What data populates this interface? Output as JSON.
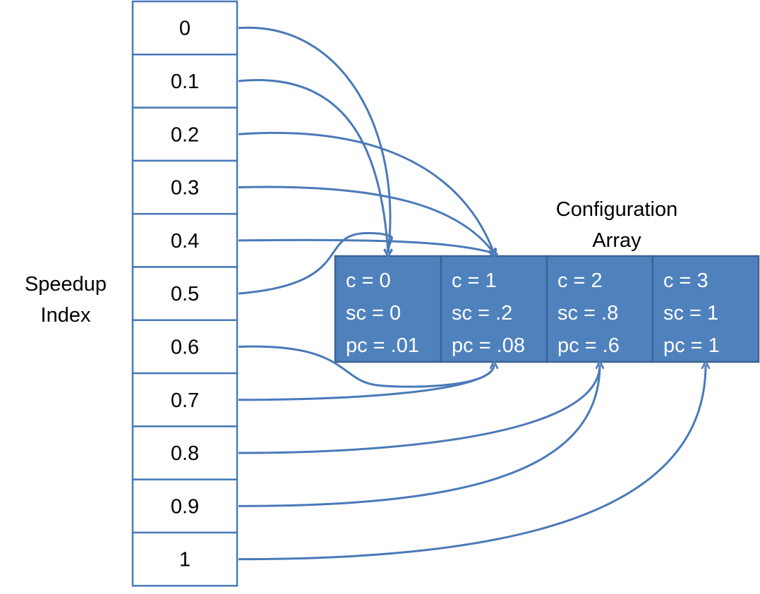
{
  "speedup_index": {
    "label_line1": "Speedup",
    "label_line2": "Index",
    "cells": [
      "0",
      "0.1",
      "0.2",
      "0.3",
      "0.4",
      "0.5",
      "0.6",
      "0.7",
      "0.8",
      "0.9",
      "1"
    ]
  },
  "configuration_array": {
    "title_line1": "Configuration",
    "title_line2": "Array",
    "cells": [
      {
        "c": "c = 0",
        "sc": "sc = 0",
        "pc": "pc = .01"
      },
      {
        "c": "c = 1",
        "sc": "sc = .2",
        "pc": "pc = .08"
      },
      {
        "c": "c = 2",
        "sc": "sc = .8",
        "pc": "pc = .6"
      },
      {
        "c": "c = 3",
        "sc": "sc = 1",
        "pc": "pc = 1"
      }
    ]
  },
  "mapping": [
    0,
    0,
    1,
    1,
    1,
    0,
    1,
    1,
    2,
    2,
    3
  ],
  "colors": {
    "array_fill": "#4f81bd",
    "array_border": "#3a6394",
    "arrow": "#4a7ab8",
    "index_border": "#4a7ab8"
  }
}
